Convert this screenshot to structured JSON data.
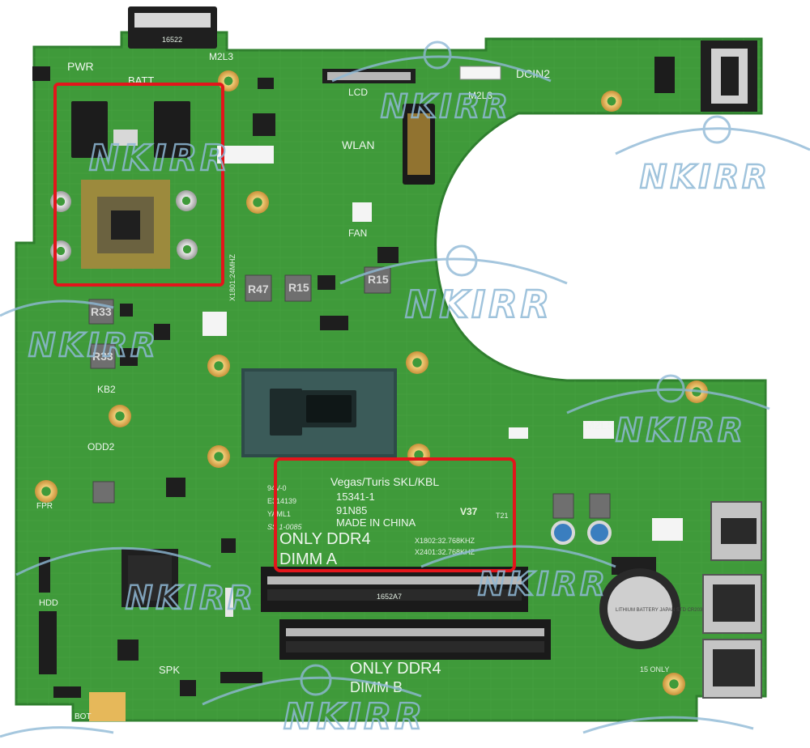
{
  "board": {
    "silkscreen": {
      "pwr": "PWR",
      "batt": "BATT",
      "m2l3": "M2L3",
      "lcd": "LCD",
      "dcin2": "DCIN2",
      "m2l3_b": "M2L3",
      "wlan": "WLAN",
      "fan": "FAN",
      "kb": "KB2",
      "odd": "ODD2",
      "m2l5": "M2L5",
      "hdd": "HDD",
      "spk": "SPK",
      "bot": "BOT",
      "fpr": "FPR",
      "r33a": "R33",
      "r33b": "R33",
      "r47": "R47",
      "r15a": "R15",
      "r15b": "R15",
      "connector_code": "16522",
      "xtal": "X1801:24MHZ",
      "slot_code": "1652A7",
      "vfb": "V37",
      "t21": "T21",
      "batt_coin": "LITHIUM BATTERY JAPAN STD CR2032",
      "only": "15 ONLY"
    },
    "highlight_label": {
      "line1": "Vegas/Turis SKL/KBL",
      "line2": "15341-1",
      "line3": "91N85",
      "line4": "MADE IN CHINA",
      "only": "ONLY DDR4",
      "dimm": "DIMM A",
      "x1802": "X1802:32.768KHZ",
      "x2401": "X2401:32.768KHZ",
      "v0": "94V-0",
      "e": "E314139",
      "yaml": "YAML1",
      "ss": "SS 1-0085"
    },
    "dimm_b": {
      "only": "ONLY DDR4",
      "dimm": "DIMM B"
    },
    "watermark": "NKIRR",
    "colors": {
      "pcb": "#3f9a3a",
      "pcb_dark": "#2f7f2e",
      "highlight": "#e3151b",
      "gold": "#e6b85a",
      "watermark": "#8fb9d6"
    }
  }
}
